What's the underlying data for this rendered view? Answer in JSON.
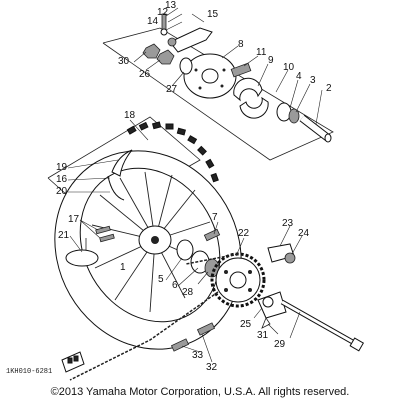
{
  "callouts": [
    "1",
    "2",
    "3",
    "4",
    "5",
    "6",
    "7",
    "8",
    "9",
    "10",
    "11",
    "12",
    "13",
    "14",
    "15",
    "16",
    "17",
    "18",
    "19",
    "20",
    "21",
    "22",
    "23",
    "24",
    "25",
    "26",
    "27",
    "28",
    "29",
    "30",
    "31",
    "32",
    "33"
  ],
  "drawing_code": "1KH010-6281",
  "copyright": "©2013 Yamaha Motor Corporation, U.S.A. All rights reserved."
}
